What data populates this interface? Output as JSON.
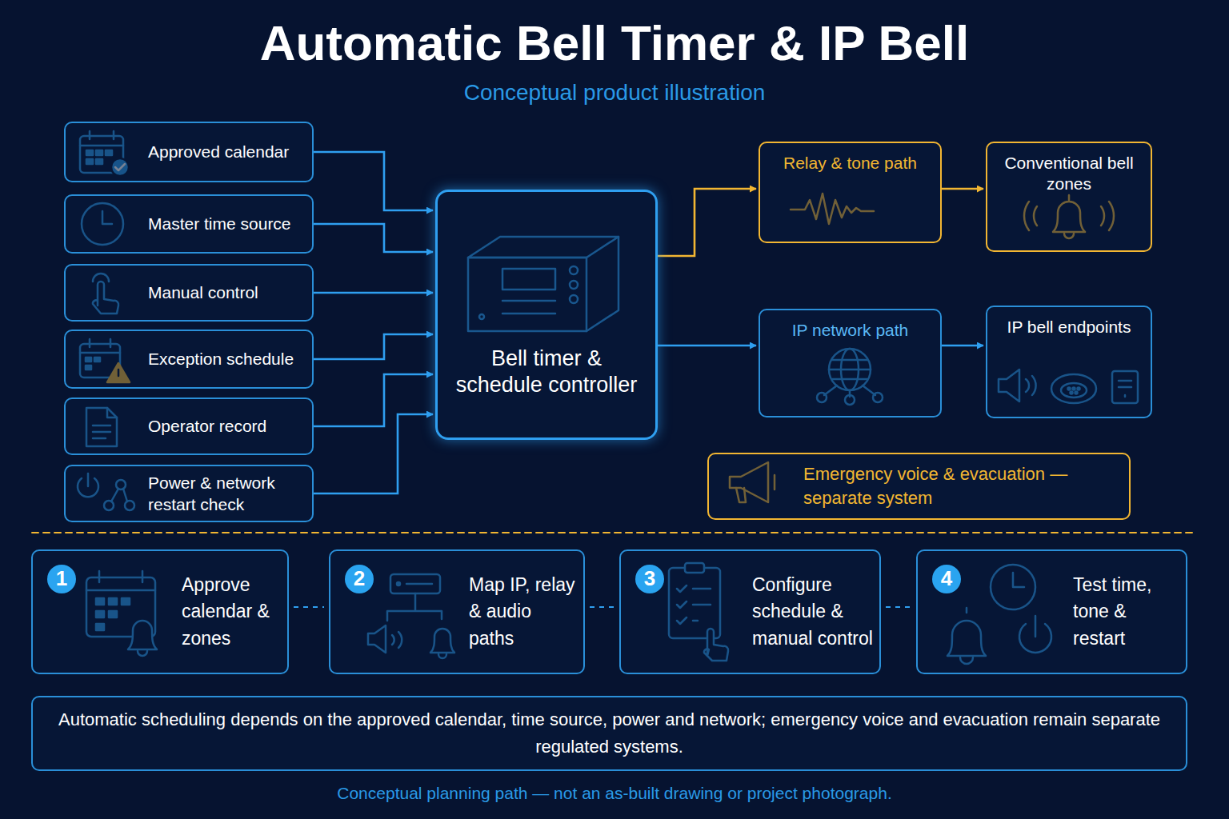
{
  "diagram": {
    "title": "Automatic Bell Timer & IP Bell",
    "caption": "Conceptual planning path — not an as-built drawing or project photograph.",
    "nodes": [
      {
        "text": [
          "Approved calendar"
        ]
      },
      {
        "text": [
          "Master time source"
        ]
      },
      {
        "text": [
          "Manual control"
        ]
      },
      {
        "text": [
          "Exception schedule"
        ]
      },
      {
        "text": [
          "Operator record"
        ]
      },
      {
        "text": [
          "Power & network restart check"
        ]
      },
      {
        "text": [
          "Bell timer & schedule controller"
        ]
      },
      {
        "text": [
          "Relay & tone path"
        ]
      },
      {
        "text": [
          "Conventional bell zones"
        ]
      },
      {
        "text": [
          "IP network path"
        ]
      },
      {
        "text": [
          "IP bell endpoints"
        ]
      },
      {
        "text": [
          "Emergency voice & evacuation — separate system"
        ]
      },
      {
        "text": [
          "1",
          "Approve calendar & zones"
        ]
      },
      {
        "text": [
          "2",
          "Map IP, relay & audio paths"
        ]
      },
      {
        "text": [
          "3",
          "Configure schedule & manual control"
        ]
      },
      {
        "text": [
          "4",
          "Test time, tone & restart"
        ]
      },
      {
        "text": [
          "Automatic scheduling depends on the approved calendar, time source, power and network; emergency voice and evacuation remain separate regulated systems."
        ]
      }
    ],
    "edges": [
      {
        "from": 0,
        "to": 6,
        "arrow": "to"
      },
      {
        "from": 1,
        "to": 6,
        "arrow": "to"
      },
      {
        "from": 2,
        "to": 6,
        "arrow": "to"
      },
      {
        "from": 3,
        "to": 6,
        "arrow": "to"
      },
      {
        "from": 4,
        "to": 6,
        "arrow": "to"
      },
      {
        "from": 5,
        "to": 6,
        "arrow": "to"
      },
      {
        "from": 6,
        "to": 7,
        "arrow": "to"
      },
      {
        "from": 7,
        "to": 8,
        "arrow": "to"
      },
      {
        "from": 6,
        "to": 9,
        "arrow": "to"
      },
      {
        "from": 9,
        "to": 10,
        "arrow": "to"
      },
      {
        "from": 12,
        "to": 13,
        "arrow": "none"
      },
      {
        "from": 13,
        "to": 14,
        "arrow": "none"
      },
      {
        "from": 14,
        "to": 15,
        "arrow": "none"
      }
    ],
    "labels": [
      "Conceptual product illustration"
    ]
  }
}
